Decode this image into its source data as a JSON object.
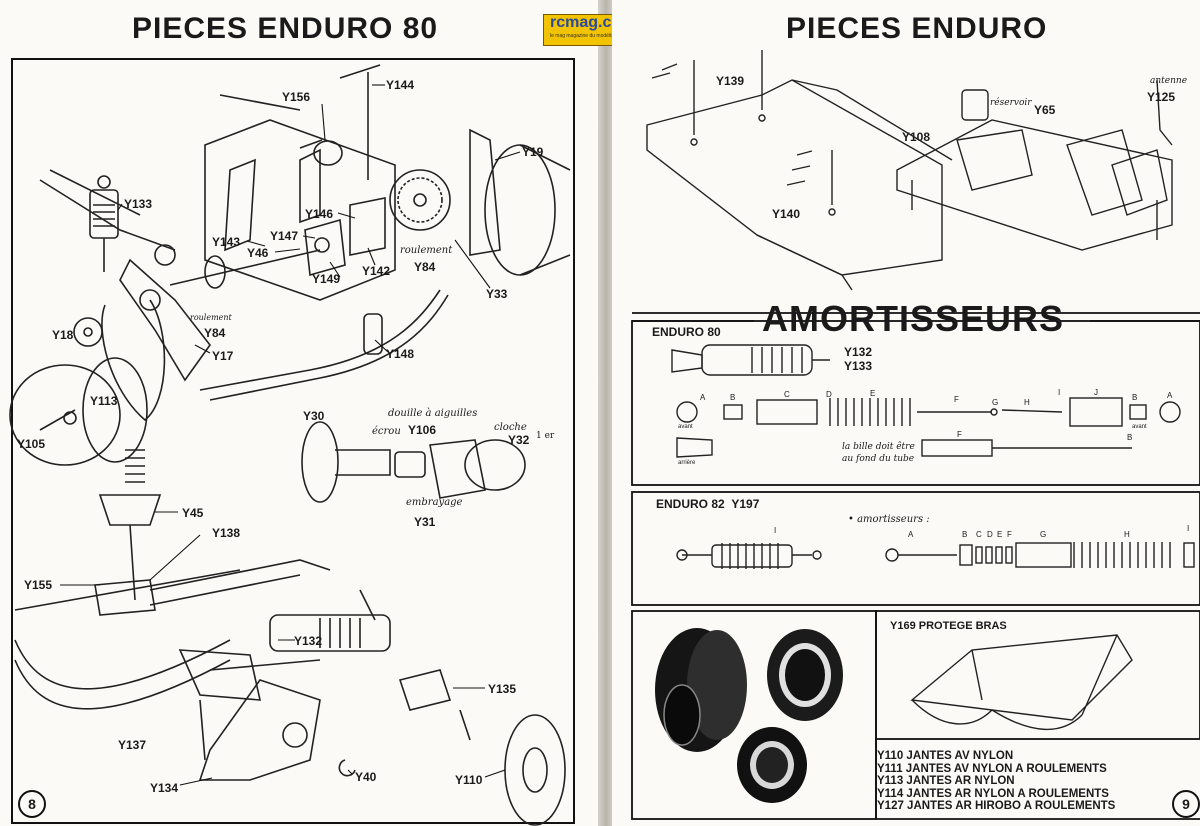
{
  "logo": {
    "text": "rcmag.com",
    "subtitle": "le mag magazine du modélisme"
  },
  "left_page": {
    "title": "PIECES ENDURO 80",
    "page_number": "8",
    "parts": [
      "Y144",
      "Y156",
      "Y133",
      "Y19",
      "Y146",
      "Y147",
      "Y143",
      "Y46",
      "Y149",
      "Y142",
      "Y84",
      "Y33",
      "Y18",
      "Y84",
      "Y17",
      "Y148",
      "Y113",
      "Y105",
      "Y30",
      "Y106",
      "Y32",
      "Y31",
      "Y45",
      "Y138",
      "Y155",
      "Y132",
      "Y135",
      "Y137",
      "Y134",
      "Y40",
      "Y110"
    ],
    "handwritten": {
      "roulement_a": "roulement",
      "roulement_b": "roulement",
      "douille": "douille à aiguilles",
      "ecrou": "écrou",
      "cloche": "cloche",
      "embrayage": "embrayage",
      "er": "1 er"
    }
  },
  "right_page": {
    "title": "PIECES ENDURO",
    "page_number": "9",
    "top_parts": {
      "y139": "Y139",
      "y65": "Y65",
      "y108": "Y108",
      "y125": "Y125",
      "y140": "Y140"
    },
    "top_handwritten": {
      "reservoir": "réservoir",
      "antenne": "antenne"
    },
    "amort_title": "AMORTISSEURS",
    "enduro80": {
      "label": "ENDURO 80",
      "parts": [
        "Y132",
        "Y133"
      ],
      "letters": [
        "A",
        "B",
        "C",
        "D",
        "E",
        "F",
        "G",
        "H",
        "I",
        "J",
        "B",
        "A"
      ],
      "small": [
        "avant",
        "arrière",
        "avant"
      ],
      "note_line1": "la bille doit être",
      "note_line2": "au fond du tube",
      "f2": "F",
      "b2": "B"
    },
    "enduro82": {
      "label": "ENDURO 82",
      "part": "Y197",
      "note": "• amortisseurs :",
      "i1": "I",
      "letters": [
        "A",
        "B",
        "C",
        "D",
        "E",
        "F",
        "G",
        "H",
        "I"
      ]
    },
    "protege": {
      "title": "Y169 PROTEGE BRAS"
    },
    "jantes": [
      "Y110  JANTES AV NYLON",
      "Y111  JANTES AV NYLON A ROULEMENTS",
      "Y113  JANTES AR NYLON",
      "Y114  JANTES AR NYLON A ROULEMENTS",
      "Y127  JANTES AR HIROBO A ROULEMENTS"
    ]
  }
}
